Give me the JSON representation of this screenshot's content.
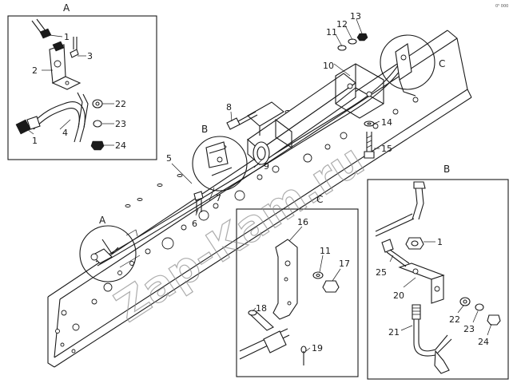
{
  "views": {
    "A": {
      "title": "A"
    },
    "B": {
      "title": "B"
    },
    "C": {
      "title": "C"
    }
  },
  "main_callouts": {
    "A": "A",
    "B": "B",
    "C": "C"
  },
  "parts": {
    "p1": "1",
    "p2": "2",
    "p3": "3",
    "p4": "4",
    "p5": "5",
    "p6": "6",
    "p7": "7",
    "p8": "8",
    "p9": "9",
    "p10": "10",
    "p11": "11",
    "p12": "12",
    "p13": "13",
    "p14": "14",
    "p15": "15",
    "p16": "16",
    "p17": "17",
    "p18": "18",
    "p19": "19",
    "p20": "20",
    "p21": "21",
    "p22": "22",
    "p23": "23",
    "p24": "24",
    "p25": "25"
  },
  "watermark": "Zap-Kam.ru",
  "corner_code": "0⁵ 000"
}
